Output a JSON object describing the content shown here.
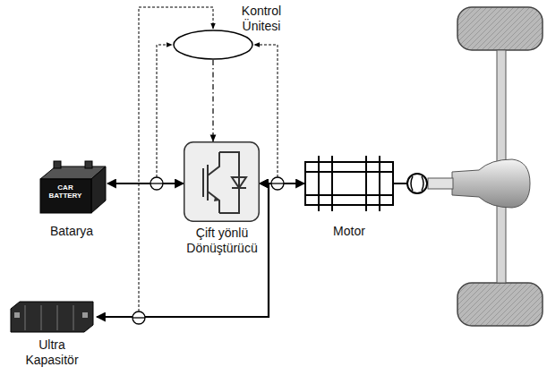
{
  "diagram": {
    "nodes": [
      {
        "text": [
          "Kontrol Ünitesi"
        ]
      },
      {
        "text": [
          "Batarya"
        ]
      },
      {
        "text": [
          "Çift yönlü Dönüştürücü"
        ]
      },
      {
        "text": [
          "Motor"
        ]
      },
      {
        "text": [
          "Ultra Kapasitör"
        ]
      }
    ],
    "edges": [
      {
        "from": 1,
        "to": 2,
        "arrow": "both"
      },
      {
        "from": 2,
        "to": 3,
        "arrow": "both"
      },
      {
        "from": 4,
        "to": 2,
        "arrow": "both"
      },
      {
        "from": 0,
        "to": 2,
        "arrow": "to"
      }
    ],
    "labels": [
      "CAR BATTERY"
    ]
  }
}
